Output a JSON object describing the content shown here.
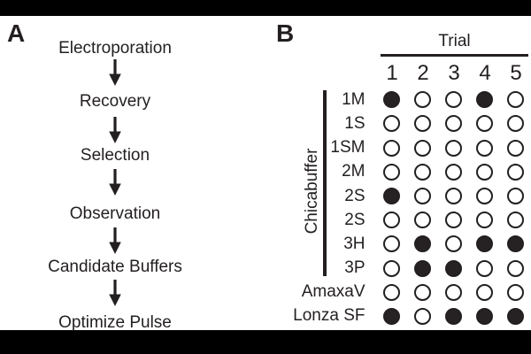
{
  "panels": {
    "a": {
      "label": "A"
    },
    "b": {
      "label": "B"
    }
  },
  "flowchart": {
    "steps": [
      "Electroporation",
      "Recovery",
      "Selection",
      "Observation",
      "Candidate Buffers",
      "Optimize Pulse"
    ]
  },
  "panel_b": {
    "trial_header": "Trial",
    "trial_numbers": [
      "1",
      "2",
      "3",
      "4",
      "5"
    ],
    "group_label": "Chicabuffer",
    "rows": [
      {
        "label": "1M",
        "group": "Chicabuffer",
        "dots": [
          1,
          0,
          0,
          1,
          0
        ]
      },
      {
        "label": "1S",
        "group": "Chicabuffer",
        "dots": [
          0,
          0,
          0,
          0,
          0
        ]
      },
      {
        "label": "1SM",
        "group": "Chicabuffer",
        "dots": [
          0,
          0,
          0,
          0,
          0
        ]
      },
      {
        "label": "2M",
        "group": "Chicabuffer",
        "dots": [
          0,
          0,
          0,
          0,
          0
        ]
      },
      {
        "label": "2S",
        "group": "Chicabuffer",
        "dots": [
          1,
          0,
          0,
          0,
          0
        ]
      },
      {
        "label": "2S",
        "group": "Chicabuffer",
        "dots": [
          0,
          0,
          0,
          0,
          0
        ]
      },
      {
        "label": "3H",
        "group": "Chicabuffer",
        "dots": [
          0,
          1,
          0,
          1,
          1
        ]
      },
      {
        "label": "3P",
        "group": "Chicabuffer",
        "dots": [
          0,
          1,
          1,
          0,
          0
        ]
      },
      {
        "label": "AmaxaV",
        "group": "",
        "dots": [
          0,
          0,
          0,
          0,
          0
        ]
      },
      {
        "label": "Lonza SF",
        "group": "",
        "dots": [
          1,
          0,
          1,
          1,
          1
        ]
      }
    ]
  },
  "chart_data": {
    "type": "heatmap",
    "title": "Trial",
    "columns": [
      "1",
      "2",
      "3",
      "4",
      "5"
    ],
    "rows": [
      "1M",
      "1S",
      "1SM",
      "2M",
      "2S",
      "2S",
      "3H",
      "3P",
      "AmaxaV",
      "Lonza SF"
    ],
    "row_group": {
      "label": "Chicabuffer",
      "covers_rows": [
        "1M",
        "1S",
        "1SM",
        "2M",
        "2S",
        "2S",
        "3H",
        "3P"
      ]
    },
    "values": [
      [
        1,
        0,
        0,
        1,
        0
      ],
      [
        0,
        0,
        0,
        0,
        0
      ],
      [
        0,
        0,
        0,
        0,
        0
      ],
      [
        0,
        0,
        0,
        0,
        0
      ],
      [
        1,
        0,
        0,
        0,
        0
      ],
      [
        0,
        0,
        0,
        0,
        0
      ],
      [
        0,
        1,
        0,
        1,
        1
      ],
      [
        0,
        1,
        1,
        0,
        0
      ],
      [
        0,
        0,
        0,
        0,
        0
      ],
      [
        1,
        0,
        1,
        1,
        1
      ]
    ],
    "value_encoding": {
      "1": "filled-circle",
      "0": "open-circle"
    },
    "legend_position": "none",
    "grid": false
  },
  "icons": {
    "flow_arrow": "↓"
  },
  "colors": {
    "ink": "#231f20",
    "background": "#ffffff",
    "letterbox": "#000000",
    "dot_filled": "#262223"
  }
}
